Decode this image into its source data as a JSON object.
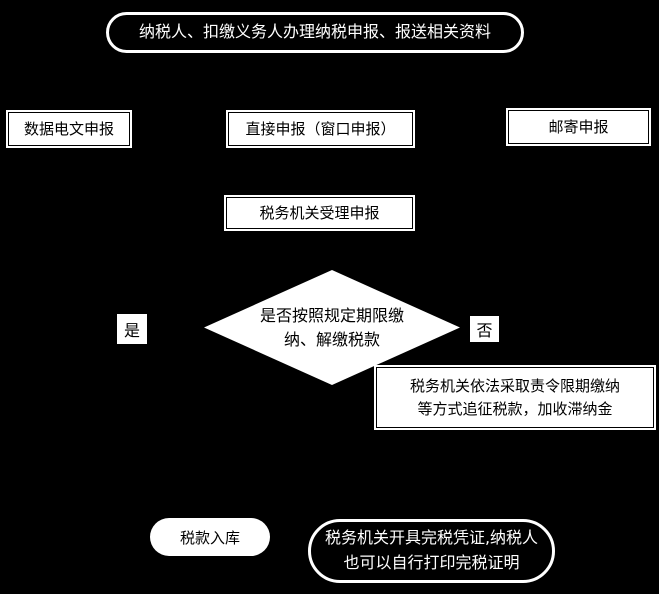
{
  "colors": {
    "background": "#000000",
    "box_fill": "#ffffff",
    "box_text": "#000000",
    "terminator_fill": "#000000",
    "terminator_border": "#ffffff",
    "terminator_text": "#ffffff"
  },
  "flowchart": {
    "start": {
      "label": "纳税人、扣缴义务人办理纳税申报、报送相关资料"
    },
    "methods": [
      {
        "label": "数据电文申报"
      },
      {
        "label": "直接申报（窗口申报）"
      },
      {
        "label": "邮寄申报"
      }
    ],
    "accept": {
      "label": "税务机关受理申报"
    },
    "decision": {
      "line1": "是否按照规定期限缴",
      "line2": "纳、解缴税款",
      "yes_label": "是",
      "no_label": "否"
    },
    "enforce": {
      "line1": "税务机关依法采取责令限期缴纳",
      "line2": "等方式追征税款，加收滞纳金"
    },
    "treasury": {
      "label": "税款入库"
    },
    "certificate": {
      "line1": "税务机关开具完税凭证,纳税人",
      "line2": "也可以自行打印完税证明"
    }
  }
}
